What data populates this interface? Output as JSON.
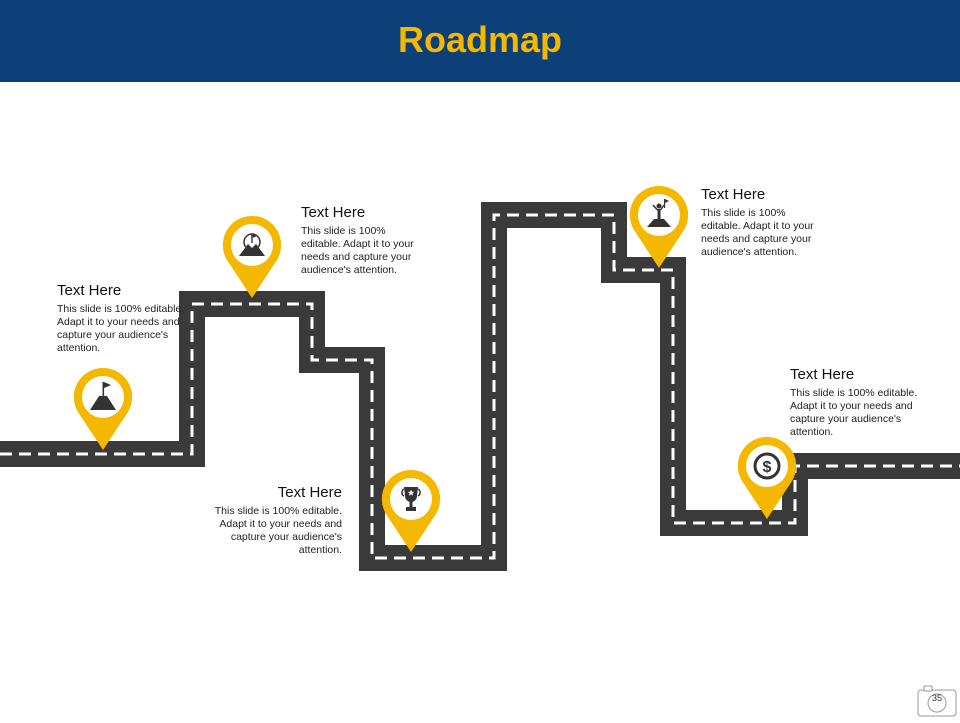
{
  "header": {
    "title": "Roadmap"
  },
  "colors": {
    "header_bg": "#0d3f78",
    "title": "#f5b800",
    "pin": "#f5b800",
    "road": "#3a3a3a",
    "icon": "#333333"
  },
  "milestones": [
    {
      "heading": "Text Here",
      "body": "This slide is 100% editable.  Adapt it to your needs and capture your audience's attention.",
      "icon": "mountain-flag-icon"
    },
    {
      "heading": "Text Here",
      "body": "This slide is 100% editable.  Adapt it to your needs and capture your audience's attention.",
      "icon": "mountain-target-icon"
    },
    {
      "heading": "Text Here",
      "body": "This slide is 100% editable.  Adapt it to your needs and capture your audience's attention.",
      "icon": "trophy-icon"
    },
    {
      "heading": "Text Here",
      "body": "This slide is 100% editable.  Adapt it to your needs and capture your audience's attention.",
      "icon": "summit-person-icon"
    },
    {
      "heading": "Text Here",
      "body": "This slide is 100% editable.  Adapt it to your needs and capture your audience's attention.",
      "icon": "dollar-icon"
    }
  ],
  "footer": {
    "slide_number": "35"
  }
}
